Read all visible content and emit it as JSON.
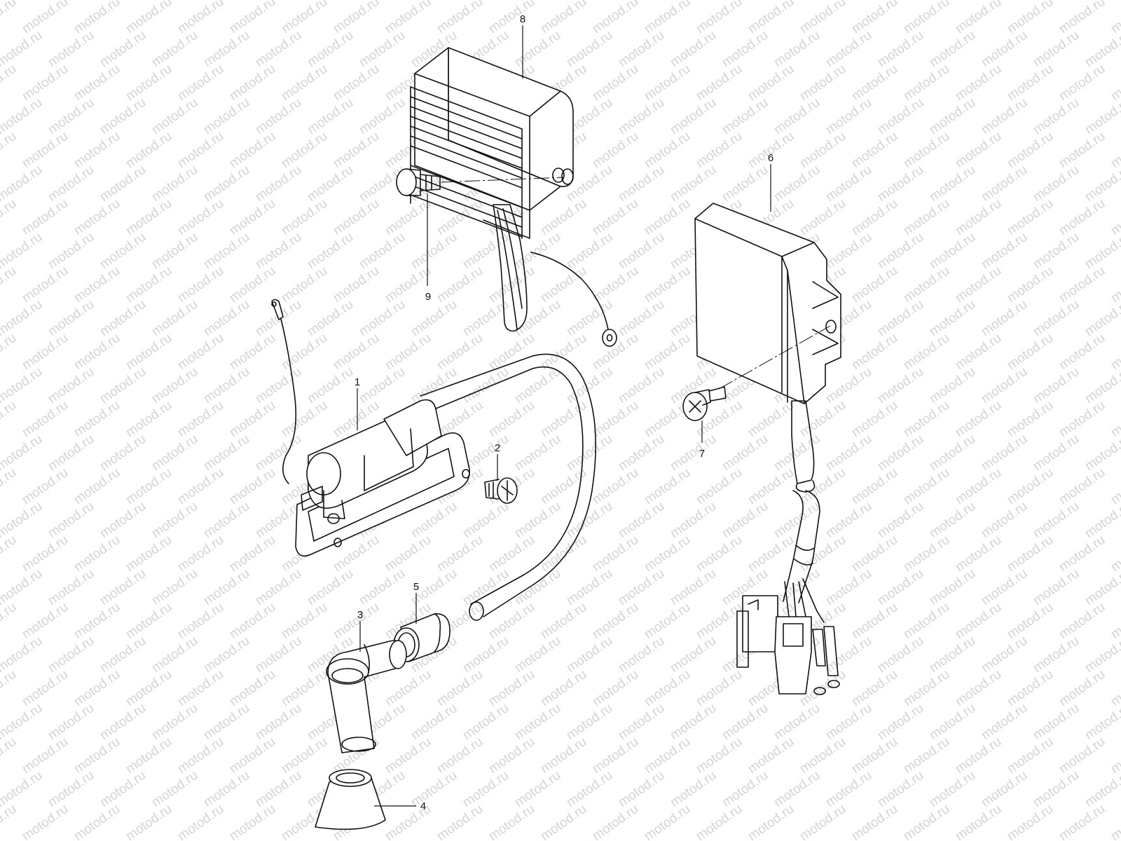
{
  "watermark": {
    "text": "motod.ru",
    "color": "#d4d4d4"
  },
  "parts": [
    {
      "id": "ignition-coil",
      "number": "1"
    },
    {
      "id": "coil-bolt",
      "number": "2"
    },
    {
      "id": "plug-cap",
      "number": "3"
    },
    {
      "id": "plug-cap-cover",
      "number": "4"
    },
    {
      "id": "cap-seal",
      "number": "5"
    },
    {
      "id": "cdi-unit",
      "number": "6"
    },
    {
      "id": "cdi-screw",
      "number": "7"
    },
    {
      "id": "regulator-rectifier",
      "number": "8"
    },
    {
      "id": "regulator-bolt",
      "number": "9"
    }
  ]
}
